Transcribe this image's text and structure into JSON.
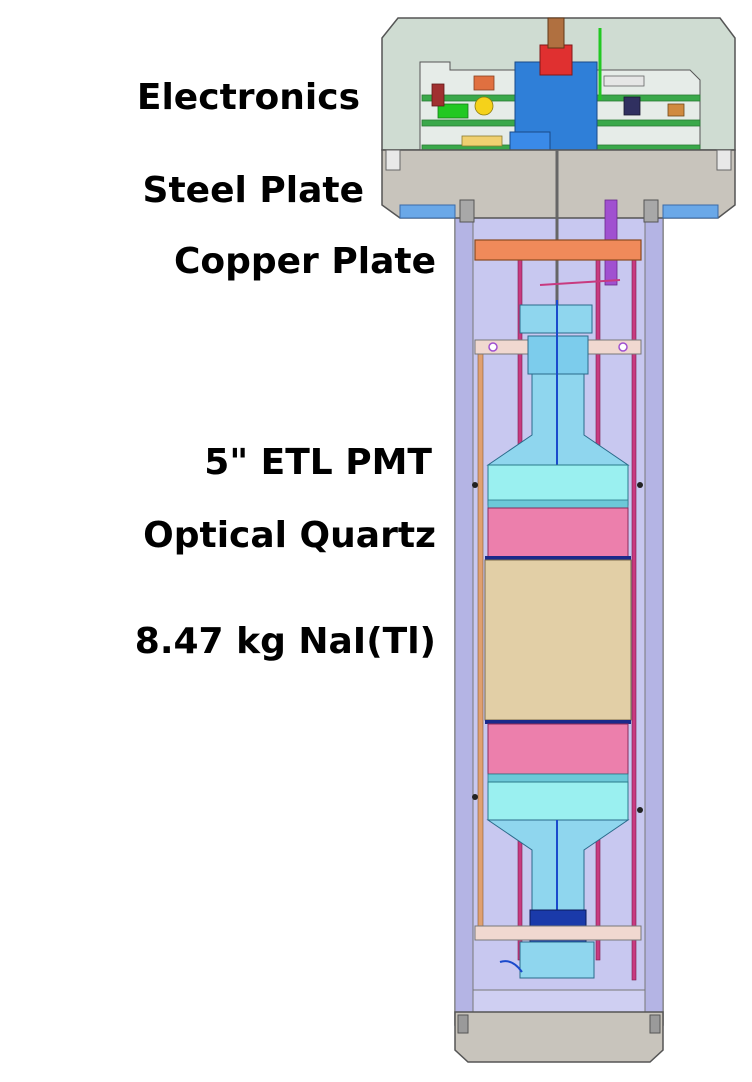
{
  "labels": {
    "electronics": "Electronics",
    "steel_plate": "Steel Plate",
    "copper_plate": "Copper Plate",
    "pmt": "5\" ETL PMT",
    "quartz": "Optical Quartz",
    "crystal": "8.47 kg NaI(Tl)"
  },
  "colors": {
    "housing": "#c8c8f0",
    "housing_dark": "#9a9ad8",
    "enclosure": "#cfdcd2",
    "steel": "#c8c4bc",
    "copper": "#f08a5a",
    "pmt": "#8fd6ee",
    "quartz": "#ec7fac",
    "crystal": "#e2cfa6",
    "rod": "#e0a070",
    "support": "#f0d8d0"
  }
}
